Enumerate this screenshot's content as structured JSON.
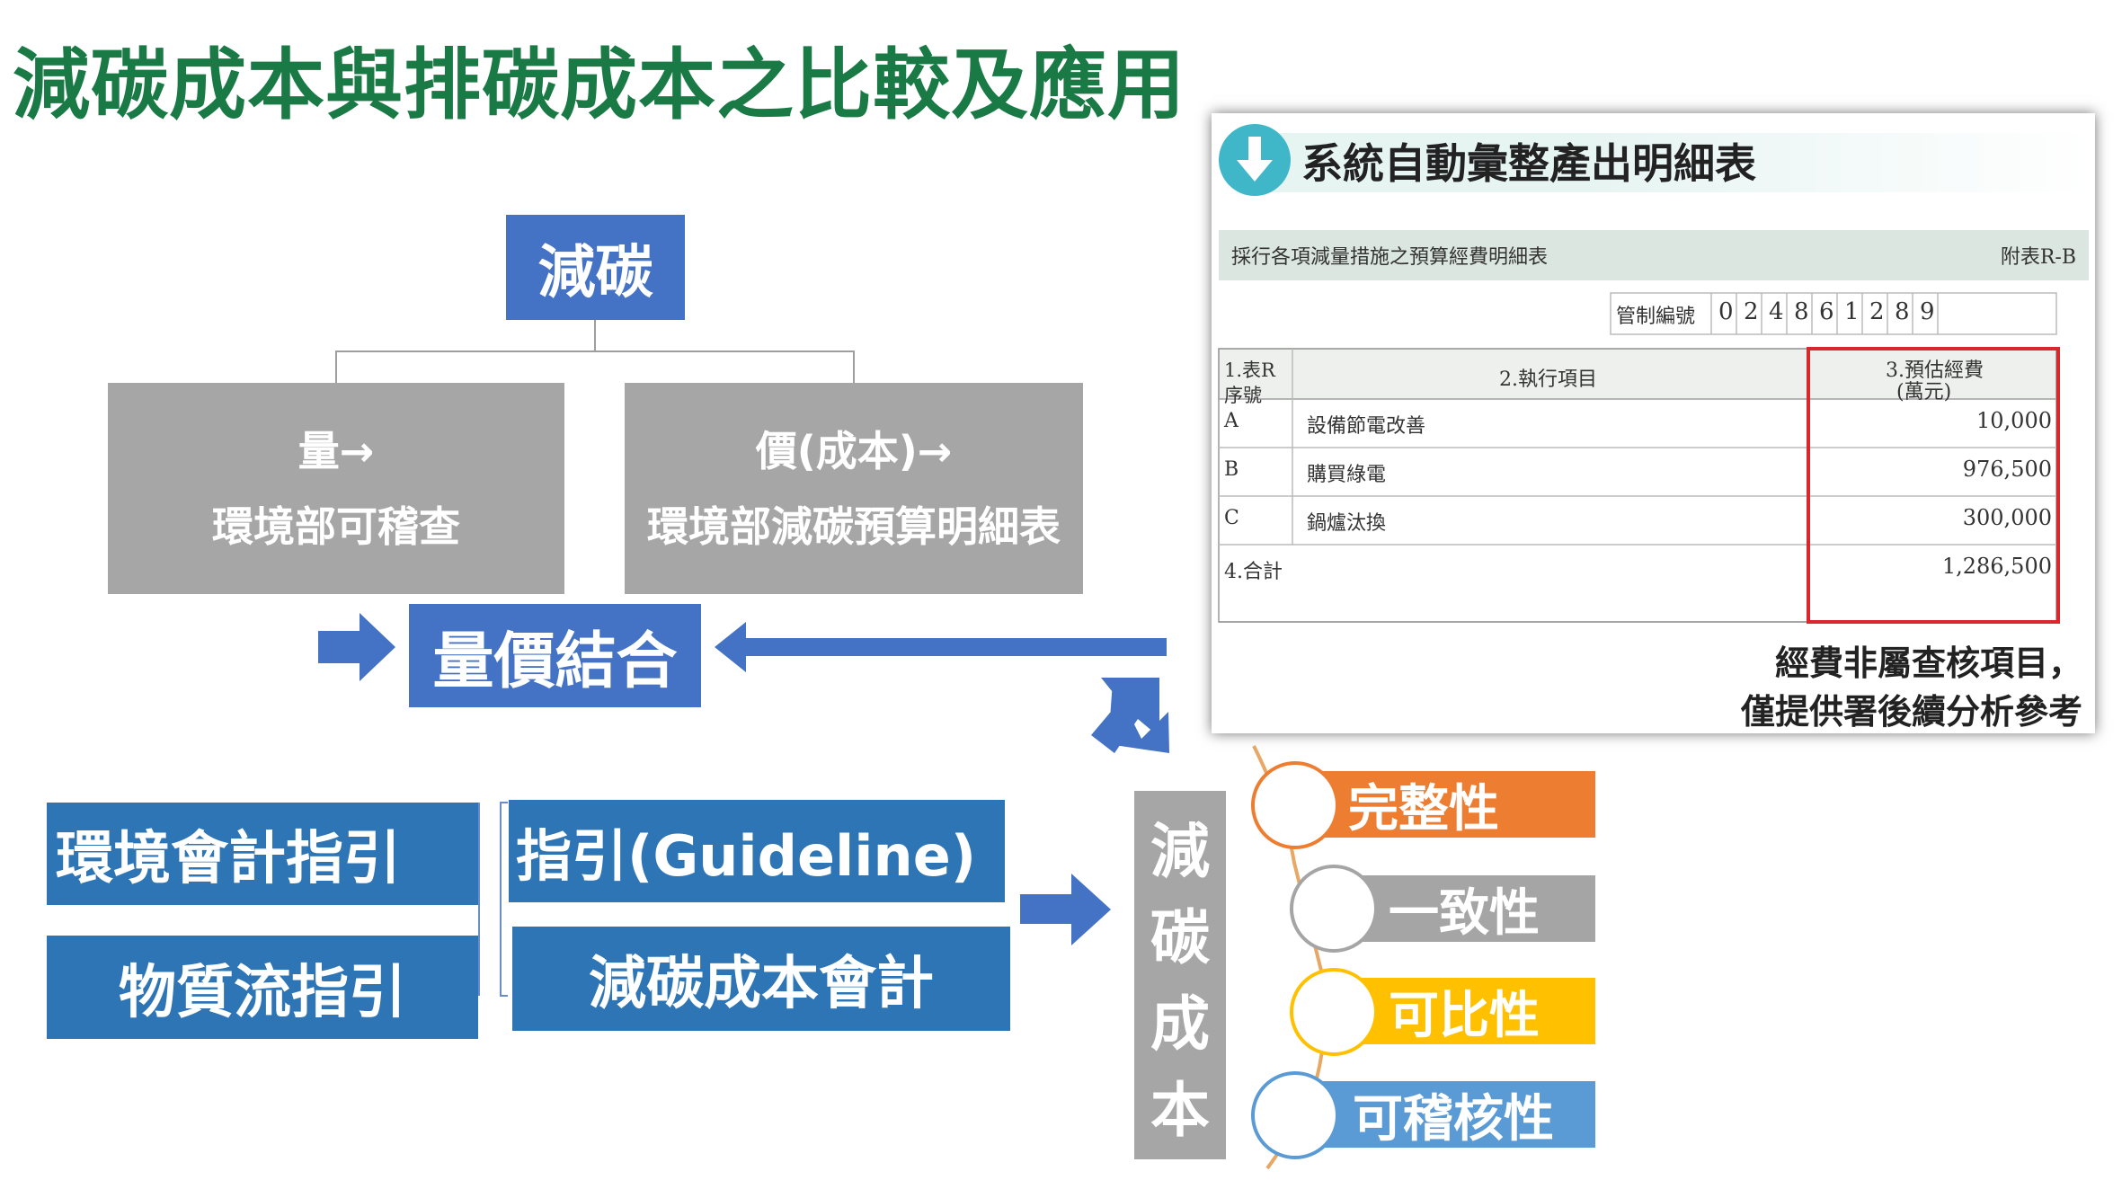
{
  "title": "減碳成本與排碳成本之比較及應用",
  "tree": {
    "root": "減碳",
    "left_line1": "量→",
    "left_line2": "環境部可稽查",
    "right_line1": "價(成本)→",
    "right_line2": "環境部減碳預算明細表"
  },
  "combine": "量價結合",
  "guides": {
    "env_accounting": "環境會計指引",
    "material_flow": "物質流指引",
    "guideline": "指引(Guideline)",
    "cost_accounting": "減碳成本會計"
  },
  "vertical_label": [
    "減",
    "碳",
    "成",
    "本"
  ],
  "properties": [
    {
      "label": "完整性",
      "color": "#ed7d31"
    },
    {
      "label": "一致性",
      "color": "#a5a5a5"
    },
    {
      "label": "可比性",
      "color": "#ffc000"
    },
    {
      "label": "可稽核性",
      "color": "#5b9bd5"
    }
  ],
  "panel": {
    "header": "系統自動彙整產出明細表",
    "table_title": "採行各項減量措施之預算經費明細表",
    "appendix": "附表R-B",
    "control_label": "管制編號",
    "control_digits": [
      "0",
      "2",
      "4",
      "8",
      "6",
      "1",
      "2",
      "8",
      "9"
    ],
    "col1": "1.表R序號",
    "col2": "2.執行項目",
    "col3a": "3.預估經費",
    "col3b": "(萬元)",
    "rows": [
      {
        "id": "A",
        "item": "設備節電改善",
        "amount": "10,000"
      },
      {
        "id": "B",
        "item": "購買綠電",
        "amount": "976,500"
      },
      {
        "id": "C",
        "item": "鍋爐汰換",
        "amount": "300,000"
      }
    ],
    "total_label": "4.合計",
    "total_amount": "1,286,500",
    "note_line1": "經費非屬查核項目，",
    "note_line2": "僅提供署後續分析參考"
  }
}
